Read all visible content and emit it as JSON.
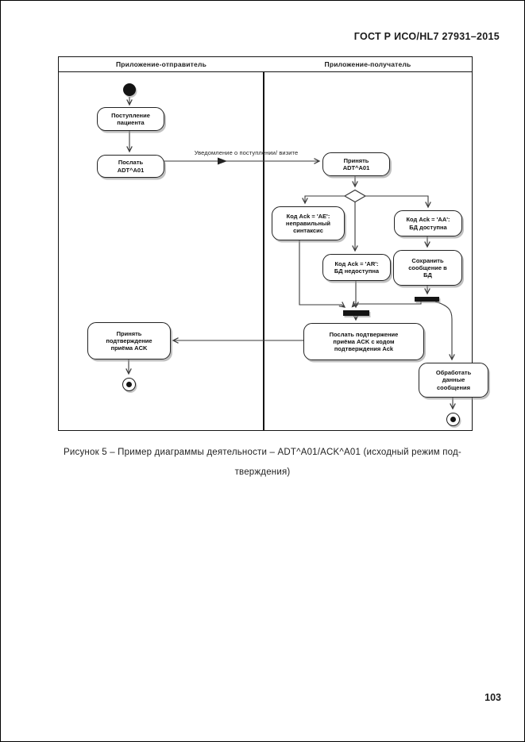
{
  "page": {
    "doc_header": "ГОСТ Р ИСО/HL7 27931–2015",
    "page_number": "103",
    "figure_caption": "Рисунок 5 – Пример диаграммы деятельности – ADT^A01/ACK^A01  (исходный режим под-\nтверждения)"
  },
  "colors": {
    "ink": "#1b1b1b",
    "paper": "#ffffff"
  },
  "diagram": {
    "type": "uml-activity-diagram",
    "lanes": [
      {
        "label": "Приложение-отправитель"
      },
      {
        "label": "Приложение-получатель"
      }
    ],
    "message_label": "Уведомление о поступлении/ визите",
    "nodes": {
      "admit_patient": "Поступление\nпациента",
      "send_adt": "Послать\nADT^A01",
      "receive_adt": "Принять\nADT^A01",
      "ack_ae": "Код Ack = 'AE':\nнеправильный\nсинтаксис",
      "ack_aa": "Код Ack = 'AA':\nБД доступна",
      "ack_ar": "Код Ack = 'AR':\nБД недоступна",
      "save_message": "Сохранить\nсообщение в\nБД",
      "send_ack": "Послать подтвержение\nприёма ACK с кодом\nподтверждения Ack",
      "receive_ack": "Принять\nподтверждение\nприёма ACK",
      "process_data": "Обработать\nданные\nсообщения"
    }
  }
}
